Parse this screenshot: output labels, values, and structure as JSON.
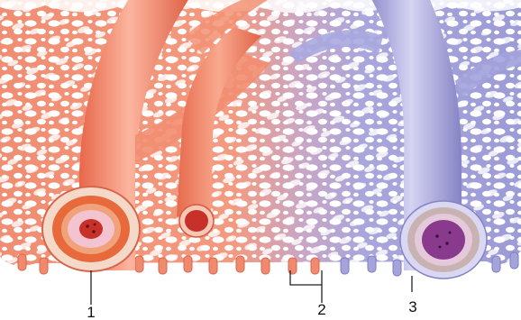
{
  "labels": {
    "one": "1",
    "two": "2",
    "three": "3"
  },
  "colors": {
    "background": "#ffffff",
    "arteriole": "#f07a5c",
    "arteriole_light": "#f9b09a",
    "arteriole_dark": "#d95a3e",
    "venule": "#a7a6dd",
    "venule_light": "#cfcdf0",
    "venule_dark": "#7f7dc2",
    "capillary_mesh_warm": "#f29a7e",
    "capillary_mesh_cool": "#9f9fd8",
    "lumen_red": "#c8302a",
    "lumen_purple": "#8a3a8c"
  }
}
